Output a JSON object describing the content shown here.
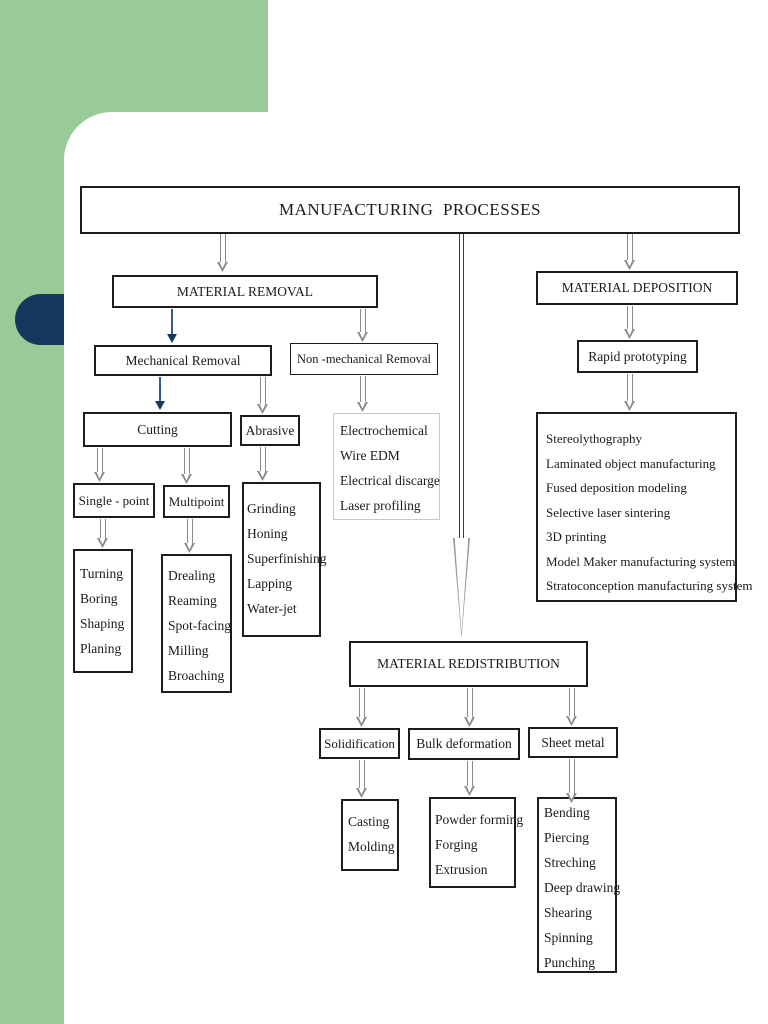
{
  "colors": {
    "sidebar_green": "#98CB98",
    "accent_navy": "#17375E"
  },
  "title": "MANUFACTURING  PROCESSES",
  "material_removal": {
    "label": "MATERIAL REMOVAL",
    "mechanical": {
      "label": "Mechanical Removal"
    },
    "non_mechanical": {
      "label": "Non -mechanical Removal",
      "items": [
        "Electrochemical",
        "Wire EDM",
        "Electrical discarge",
        "Laser profiling"
      ]
    },
    "cutting": {
      "label": "Cutting"
    },
    "abrasive": {
      "label": "Abrasive",
      "items": [
        "Grinding",
        "Honing",
        "Superfinishing",
        "Lapping",
        "Water-jet"
      ]
    },
    "single_point": {
      "label": "Single - point",
      "items": [
        "Turning",
        "Boring",
        "Shaping",
        "Planing"
      ]
    },
    "multipoint": {
      "label": "Multipoint",
      "items": [
        "Drealing",
        "Reaming",
        "Spot-facing",
        "Milling",
        "Broaching"
      ]
    }
  },
  "material_deposition": {
    "label": "MATERIAL DEPOSITION",
    "rapid_prototyping": {
      "label": "Rapid prototyping",
      "items": [
        "Stereolythography",
        "Laminated object manufacturing",
        "Fused deposition modeling",
        "Selective laser sintering",
        "3D printing",
        "Model Maker manufacturing system",
        "Stratoconception manufacturing system"
      ]
    }
  },
  "material_redistribution": {
    "label": "MATERIAL REDISTRIBUTION",
    "solidification": {
      "label": "Solidification",
      "items": [
        "Casting",
        "Molding"
      ]
    },
    "bulk_deformation": {
      "label": "Bulk deformation",
      "items": [
        "Powder forming",
        "Forging",
        "Extrusion"
      ]
    },
    "sheet_metal": {
      "label": "Sheet metal",
      "items": [
        "Bending",
        "Piercing",
        "Streching",
        "Deep drawing",
        "Shearing",
        "Spinning",
        "Punching"
      ]
    }
  }
}
